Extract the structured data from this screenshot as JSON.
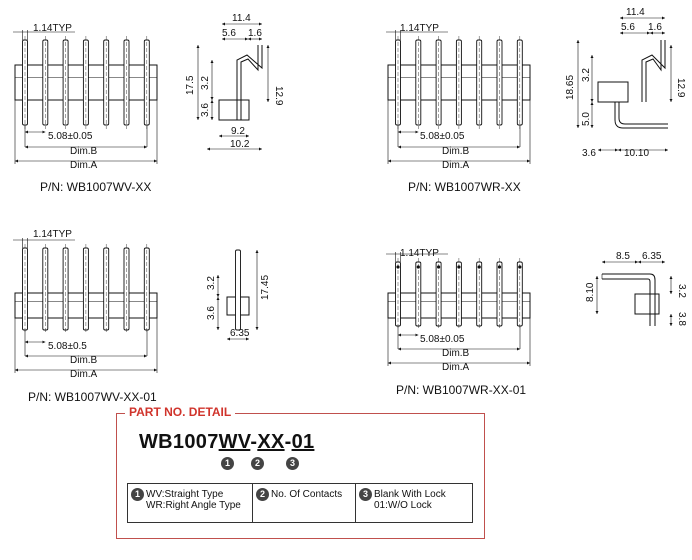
{
  "drawings": {
    "wv": {
      "pitch_label": "1.14TYP",
      "spacing_label": "5.08±0.05",
      "dim_b": "Dim.B",
      "dim_a": "Dim.A",
      "part_no": "P/N: WB1007WV-XX",
      "side": {
        "top_width": "11.4",
        "w1": "5.6",
        "w2": "1.6",
        "h_total": "17.5",
        "h_upper": "3.2",
        "h_lower": "3.6",
        "bend": "12.9",
        "bottom1": "9.2",
        "bottom2": "10.2"
      }
    },
    "wr": {
      "pitch_label": "1.14TYP",
      "spacing_label": "5.08±0.05",
      "dim_b": "Dim.B",
      "dim_a": "Dim.A",
      "part_no": "P/N: WB1007WR-XX",
      "side": {
        "top_width": "11.4",
        "w1": "5.6",
        "w2": "1.6",
        "h_total": "18.65",
        "h_upper": "3.2",
        "h_lower": "5.0",
        "bend": "12.9",
        "bottom1": "3.6",
        "bottom2": "10.10"
      }
    },
    "wv01": {
      "pitch_label": "1.14TYP",
      "spacing_label": "5.08±0.5",
      "dim_b": "Dim.B",
      "dim_a": "Dim.A",
      "part_no": "P/N: WB1007WV-XX-01",
      "side": {
        "h_upper": "3.2",
        "h_total": "17.45",
        "h_lower": "3.6",
        "bottom": "6.35"
      }
    },
    "wr01": {
      "pitch_label": "1.14TYP",
      "spacing_label": "5.08±0.05",
      "dim_b": "Dim.B",
      "dim_a": "Dim.A",
      "part_no": "P/N: WB1007WR-XX-01",
      "side": {
        "top1": "8.5",
        "top2": "6.35",
        "left": "8.10",
        "right": "3.2",
        "bottom": "3.8"
      }
    }
  },
  "detail": {
    "title": "PART NO. DETAIL",
    "pn_base": "WB1007",
    "pn_type": "WV",
    "pn_sep1": "-",
    "pn_contacts": "XX",
    "pn_sep2": "-",
    "pn_suffix": "01",
    "markers": [
      "1",
      "2",
      "3"
    ],
    "legend": [
      {
        "marker": "1",
        "lines": [
          "WV:Straight Type",
          "WR:Right Angle Type"
        ]
      },
      {
        "marker": "2",
        "lines": [
          "No. Of Contacts"
        ]
      },
      {
        "marker": "3",
        "lines": [
          "Blank With Lock",
          "01:W/O Lock"
        ]
      }
    ]
  }
}
